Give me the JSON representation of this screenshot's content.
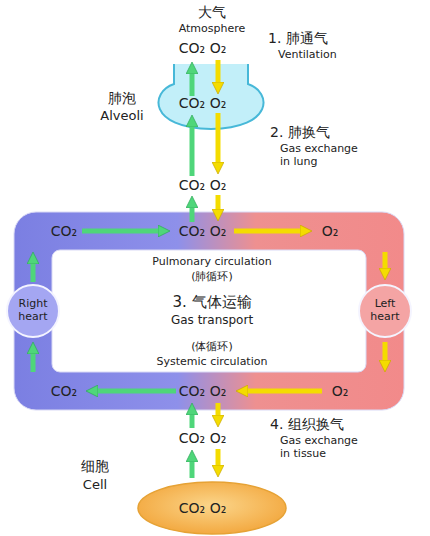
{
  "diagram": {
    "nodes": [
      {
        "text": [
          "肺泡",
          "Alveoli",
          "CO₂",
          "O₂"
        ]
      },
      {
        "text": [
          "CO₂",
          "CO₂",
          "O₂",
          "O₂",
          "CO₂",
          "CO₂",
          "O₂",
          "O₂"
        ]
      },
      {
        "text": [
          "Right heart"
        ],
        "in": 1
      },
      {
        "text": [
          "Left heart"
        ],
        "in": 1
      },
      {
        "text": [
          "细胞",
          "Cell",
          "CO₂",
          "O₂"
        ]
      }
    ],
    "labels": [
      "大气",
      "Atmosphere",
      "CO₂",
      "O₂",
      "1. 肺通气",
      "Ventilation",
      "2. 肺换气",
      "Gas exchange in lung",
      "CO₂",
      "O₂",
      "Pulmonary circulation",
      "(肺循环)",
      "3. 气体运输",
      "Gas transport",
      "(体循环)",
      "Systemic circulation",
      "4. 组织换气",
      "Gas exchange in tissue",
      "CO₂",
      "O₂"
    ]
  }
}
